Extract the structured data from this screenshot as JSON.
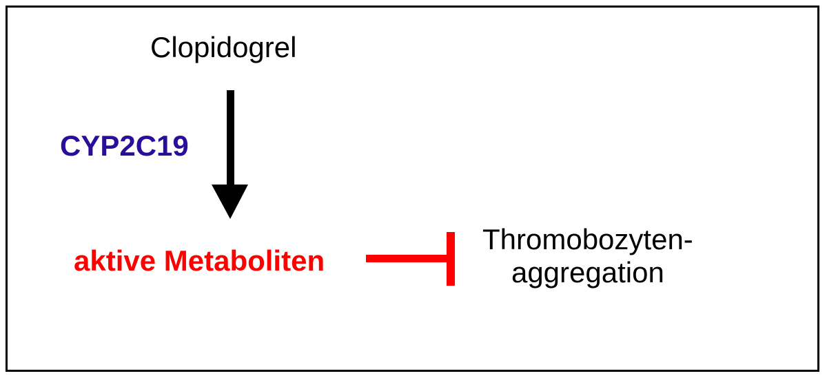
{
  "diagram": {
    "substrate": "Clopidogrel",
    "enzyme": "CYP2C19",
    "metabolite": "aktive Metaboliten",
    "target_line1": "Thromobozyten-",
    "target_line2": "aggregation"
  },
  "colors": {
    "enzyme": "#2a0e9a",
    "metabolite": "#ff0000",
    "arrow": "#000000",
    "inhibition": "#ff0000",
    "text": "#000000"
  }
}
